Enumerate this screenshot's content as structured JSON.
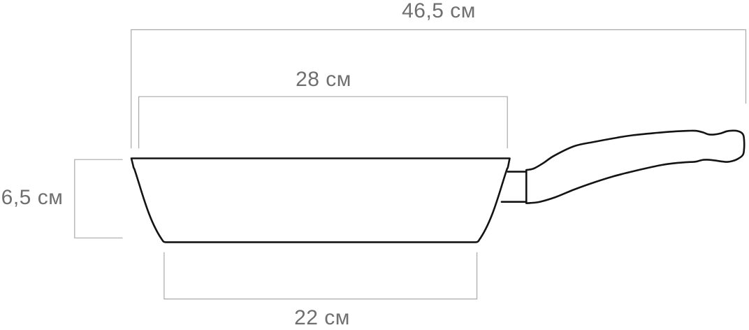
{
  "diagram": {
    "type": "product-dimension-drawing",
    "subject": "frying-pan-side-view",
    "unit": "см",
    "measurements": {
      "total_length": {
        "value": "46,5",
        "label": "46,5 см"
      },
      "top_diameter": {
        "value": "28",
        "label": "28 см"
      },
      "height": {
        "value": "6,5",
        "label": "6,5 см"
      },
      "bottom_diameter": {
        "value": "22",
        "label": "22 см"
      }
    },
    "colors": {
      "background": "#ffffff",
      "pan_outline": "#141414",
      "dimension_lines": "#a9a9a9",
      "label_text": "#6f6f6f"
    }
  }
}
